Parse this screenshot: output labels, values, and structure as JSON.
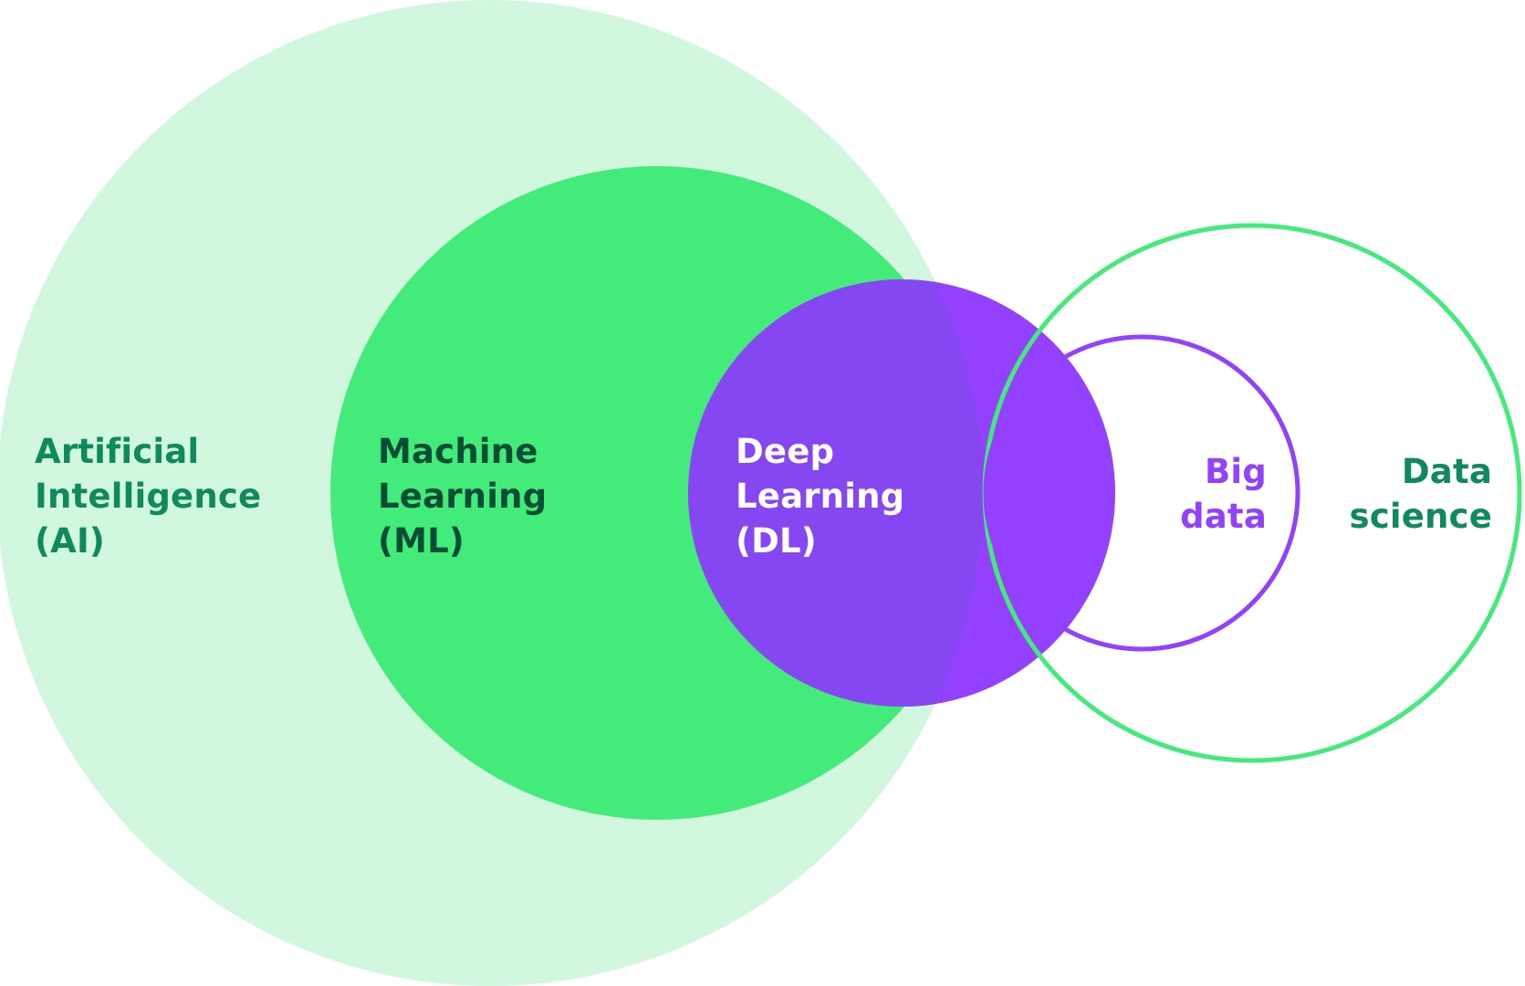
{
  "colors": {
    "ai_fill": "#d1f7df",
    "ml_fill": "#42eb7a",
    "dl_fill": "#9340ff",
    "dl_over_ai": "#8647f2",
    "big_data_stroke": "#9340ff",
    "data_science_stroke": "#42eb7a",
    "label_dark_green": "#0f8a5c",
    "label_darker_green": "#0b4d34",
    "label_white": "#ffffff",
    "label_purple": "#9340ff"
  },
  "labels": {
    "ai": [
      "Artificial",
      "Intelligence",
      "(AI)"
    ],
    "ml": [
      "Machine",
      "Learning",
      "(ML)"
    ],
    "dl": [
      "Deep",
      "Learning",
      "(DL)"
    ],
    "big_data": [
      "Big",
      "data"
    ],
    "data_science": [
      "Data",
      "science"
    ]
  }
}
